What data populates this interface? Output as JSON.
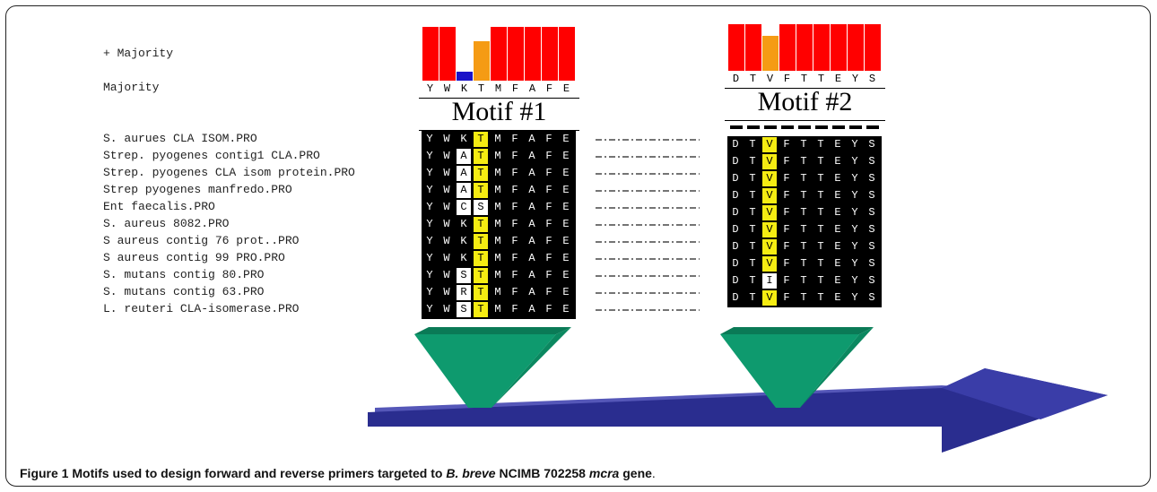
{
  "left_labels": {
    "plus_majority": "+ Majority",
    "majority": "Majority"
  },
  "sequence_names": [
    "S. aurues CLA ISOM.PRO",
    "Strep. pyogenes contig1 CLA.PRO",
    "Strep. pyogenes CLA isom protein.PRO",
    "Strep pyogenes manfredo.PRO",
    "Ent faecalis.PRO",
    "S. aureus 8082.PRO",
    "S aureus contig 76 prot..PRO",
    "S aureus contig 99 PRO.PRO",
    "S. mutans contig 80.PRO",
    "S. mutans contig 63.PRO",
    "L. reuteri CLA-isomerase.PRO"
  ],
  "motif1": {
    "title": "Motif #1",
    "consensus": [
      "Y",
      "W",
      "K",
      "T",
      "M",
      "F",
      "A",
      "F",
      "E"
    ],
    "bar_colors": [
      "#ff0000",
      "#ff0000",
      "#1a12c8",
      "#f59b14",
      "#ff0000",
      "#ff0000",
      "#ff0000",
      "#ff0000",
      "#ff0000"
    ],
    "bar_levels": [
      1.0,
      1.0,
      0.17,
      0.73,
      1.0,
      1.0,
      1.0,
      1.0,
      1.0
    ],
    "rows": [
      "YWKTMFAFE",
      "YWATMFAFE",
      "YWATMFAFE",
      "YWATMFAFE",
      "YWCSMFAFE",
      "YWKTMFAFE",
      "YWKTMFAFE",
      "YWKTMFAFE",
      "YWSTMFAFE",
      "YWRTMFAFE",
      "YWSTMFAFE"
    ]
  },
  "motif2": {
    "title": "Motif #2",
    "consensus": [
      "D",
      "T",
      "V",
      "F",
      "T",
      "T",
      "E",
      "Y",
      "S"
    ],
    "bar_colors": [
      "#ff0000",
      "#ff0000",
      "#f59b14",
      "#ff0000",
      "#ff0000",
      "#ff0000",
      "#ff0000",
      "#ff0000",
      "#ff0000"
    ],
    "bar_levels": [
      1.0,
      1.0,
      0.75,
      1.0,
      1.0,
      1.0,
      1.0,
      1.0,
      1.0
    ],
    "rows": [
      "DTVFTTEYS",
      "DTVFTTEYS",
      "DTVFTTEYS",
      "DTVFTTEYS",
      "DTVFTTEYS",
      "DTVFTTEYS",
      "DTVFTTEYS",
      "DTVFTTEYS",
      "DTIFTTEYS",
      "DTVFTTEYS"
    ]
  },
  "caption": {
    "prefix": "Figure 1",
    "text1": " Motifs used to design forward and reverse primers targeted to ",
    "italic1": "B. breve",
    "text2": " NCIMB 702258 ",
    "italic2": "mcra",
    "text3": " gene",
    "end": "."
  },
  "colors": {
    "arrow": "#2a2d8f",
    "funnel": "#0e9a6e",
    "highlight": "#f5ec12"
  }
}
